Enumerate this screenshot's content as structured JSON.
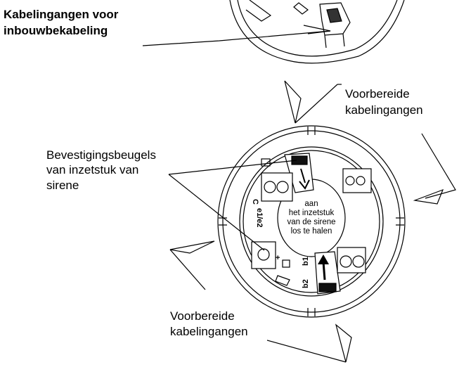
{
  "labels": {
    "top_left_line1": "Kabelingangen voor",
    "top_left_line2": "inbouwbekabeling",
    "right_line1": "Voorbereide",
    "right_line2": "kabelingangen",
    "left_line1": "Bevestigingsbeugels",
    "left_line2": "van inzetstuk van",
    "left_line3": "sirene",
    "bottom_line1": "Voorbereide",
    "bottom_line2": "kabelingangen"
  },
  "center_text": {
    "line1": "aan",
    "line2": "het inzetstuk",
    "line3": "van de sirene",
    "line4": "los te halen"
  },
  "terminal_marks": {
    "c": "C",
    "e1e2": "e1/e2",
    "b1": "b1",
    "b2": "b2",
    "plus": "+"
  }
}
